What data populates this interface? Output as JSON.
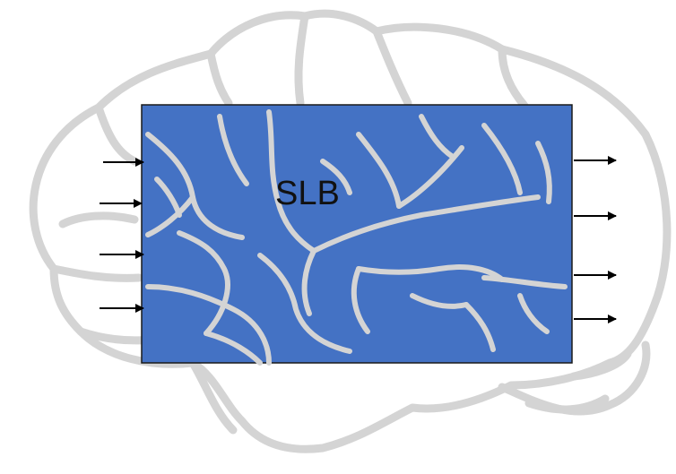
{
  "diagram": {
    "box_label": "SLB",
    "colors": {
      "box_fill": "#4472C4",
      "box_stroke": "#1a1a1a",
      "brain_outline": "#d4d4d4",
      "arrow": "#000000",
      "background": "#ffffff"
    },
    "elements": {
      "background_image": "brain-outline-illustration",
      "inputs_count": 4,
      "outputs_count": 4
    }
  }
}
